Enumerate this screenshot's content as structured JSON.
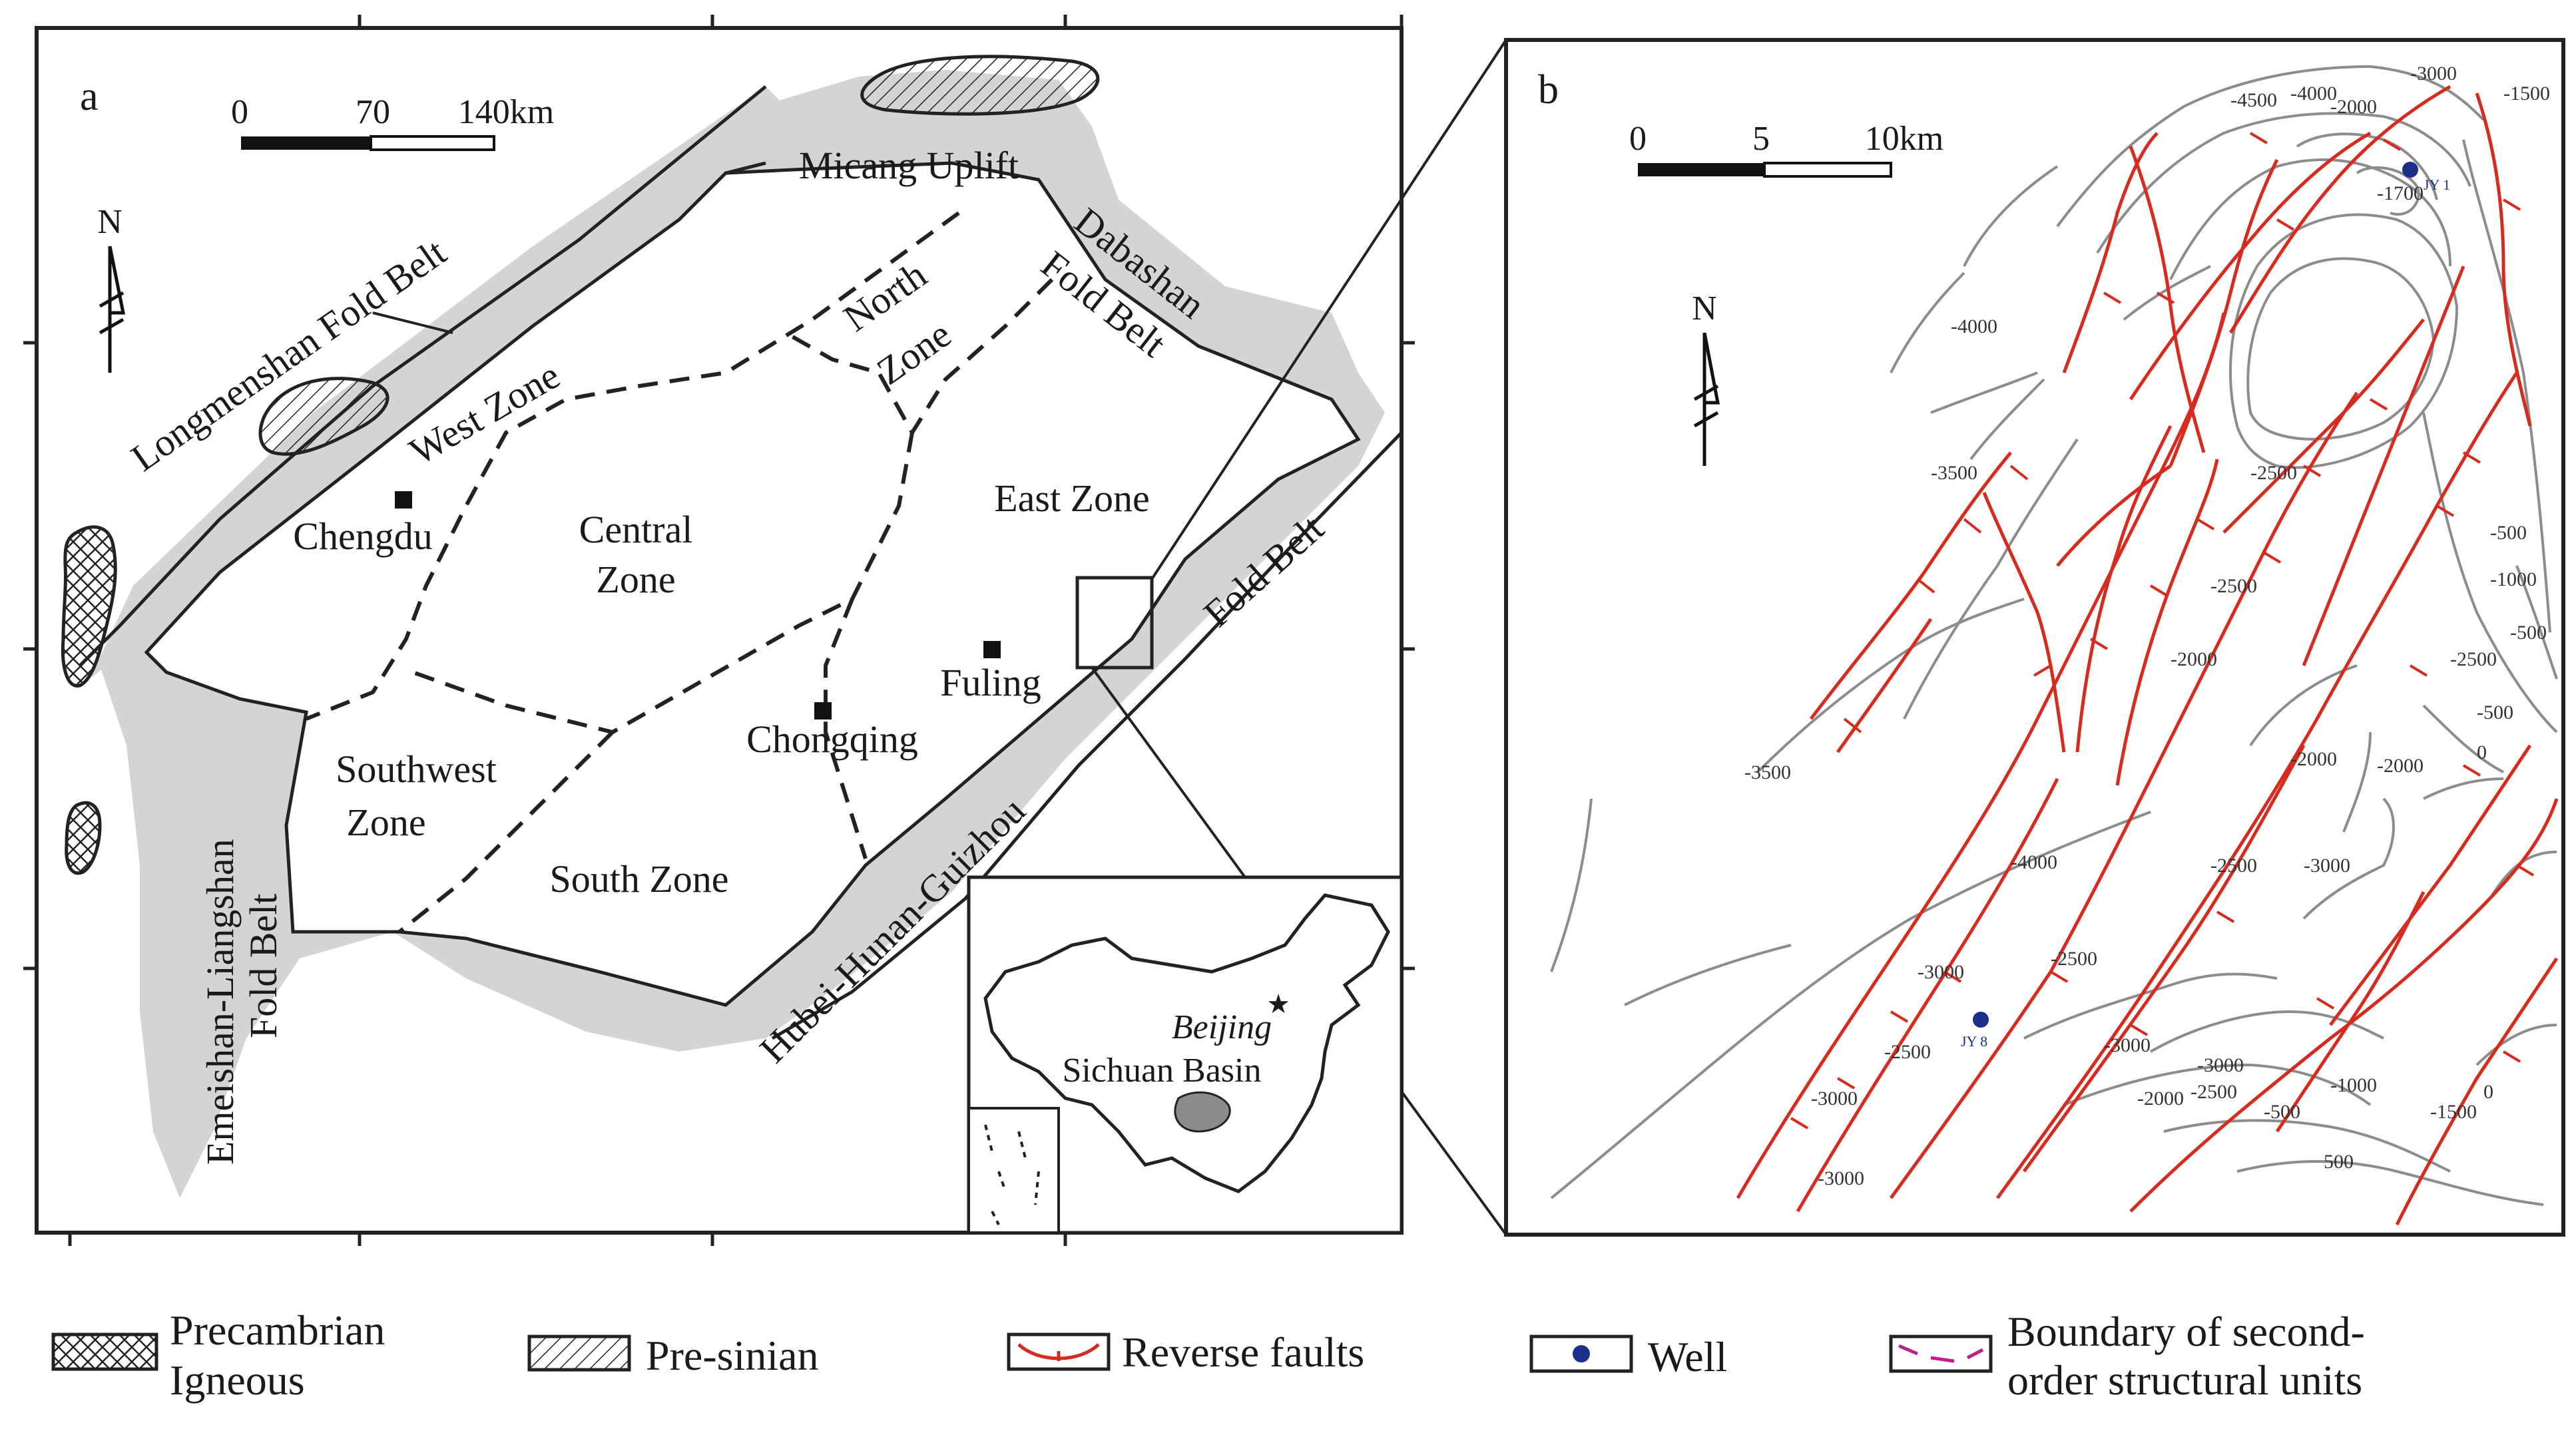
{
  "panel_a": {
    "label": "a",
    "scale_bar": {
      "ticks": [
        "0",
        "70",
        "140km"
      ]
    },
    "north": "N",
    "regions": {
      "longmenshan": "Longmenshan Fold Belt",
      "micang": "Micang Uplift",
      "dabashan_1": "Dabashan",
      "dabashan_2": "Fold Belt",
      "fold_belt_e": "Fold Belt",
      "hubei": "Hubei-Hunan-Guizhou",
      "emeishan_1": "Emeishan-Liangshan",
      "emeishan_2": "Fold Belt"
    },
    "zones": {
      "west": "West Zone",
      "north_1": "North",
      "north_2": "Zone",
      "central_1": "Central",
      "central_2": "Zone",
      "east": "East Zone",
      "southwest_1": "Southwest",
      "southwest_2": "Zone",
      "south": "South Zone"
    },
    "cities": {
      "chengdu": "Chengdu",
      "chongqing": "Chongqing",
      "fuling": "Fuling"
    },
    "inset": {
      "beijing": "Beijing",
      "basin": "Sichuan Basin"
    }
  },
  "panel_b": {
    "label": "b",
    "scale_bar": {
      "ticks": [
        "0",
        "5",
        "10km"
      ]
    },
    "north": "N",
    "wells": [
      "JY 1",
      "JY 8"
    ],
    "contour_labels": [
      "-4500",
      "-4000",
      "-3500",
      "-3000",
      "-2500",
      "-2000",
      "-1700",
      "-1500",
      "-1000",
      "-500",
      "0",
      "500"
    ]
  },
  "legend": [
    {
      "line1": "Precambrian",
      "line2": "Igneous",
      "icon": "crosshatch"
    },
    {
      "line1": "Pre-sinian",
      "line2": "",
      "icon": "diagonal-hatch"
    },
    {
      "line1": "Reverse faults",
      "line2": "",
      "icon": "red-fault"
    },
    {
      "line1": "Well",
      "line2": "",
      "icon": "blue-dot"
    },
    {
      "line1": "Boundary of second-",
      "line2": "order structural units",
      "icon": "dashed-boundary"
    }
  ],
  "colors": {
    "fold_belt": "#d4d4d4",
    "fault": "#d62b1e",
    "well": "#1d2d8a",
    "boundary_dash": "#c0208a",
    "contour": "#8c8c8c"
  }
}
